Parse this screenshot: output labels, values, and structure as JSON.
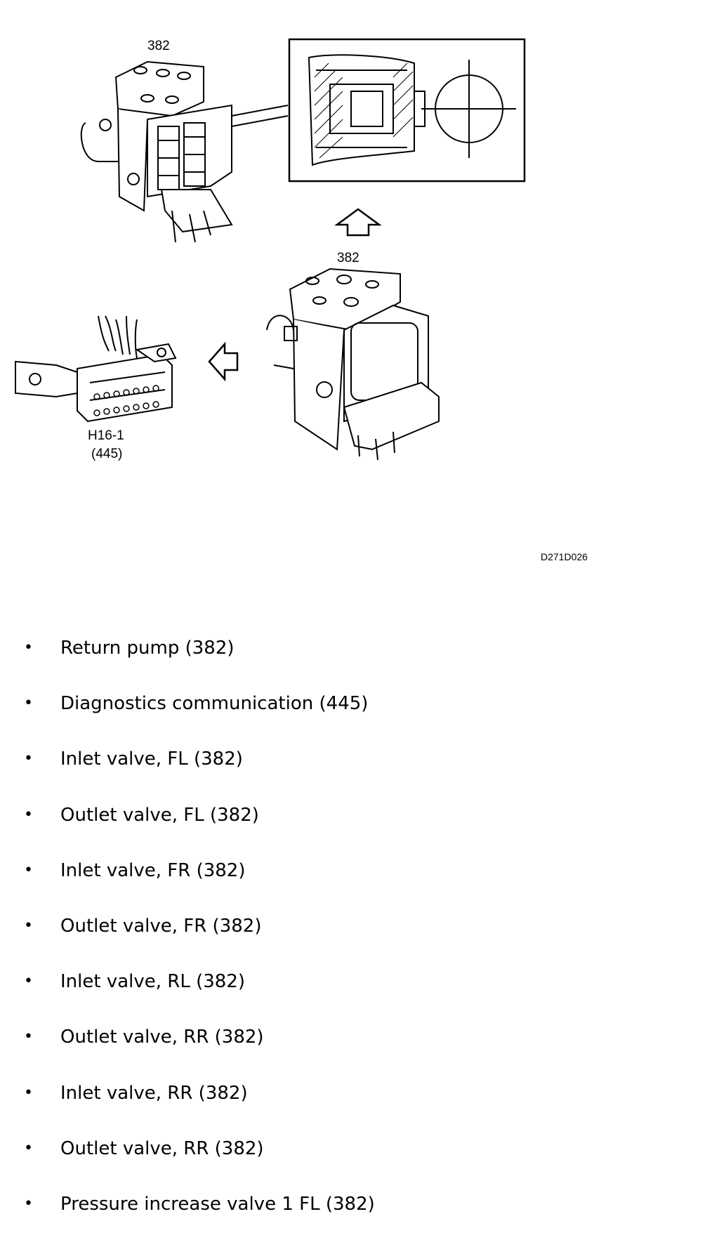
{
  "figure": {
    "labels": {
      "top_unit": "382",
      "middle_unit": "382",
      "connector_line1": "H16-1",
      "connector_line2": "(445)"
    },
    "figure_id": "D271D026"
  },
  "components": [
    "Return pump (382)",
    "Diagnostics communication (445)",
    "Inlet valve, FL (382)",
    "Outlet valve, FL (382)",
    "Inlet valve, FR (382)",
    "Outlet valve, FR (382)",
    "Inlet valve, RL (382)",
    "Outlet valve, RR (382)",
    "Inlet valve, RR (382)",
    "Outlet valve, RR (382)",
    "Pressure increase valve 1 FL (382)"
  ]
}
